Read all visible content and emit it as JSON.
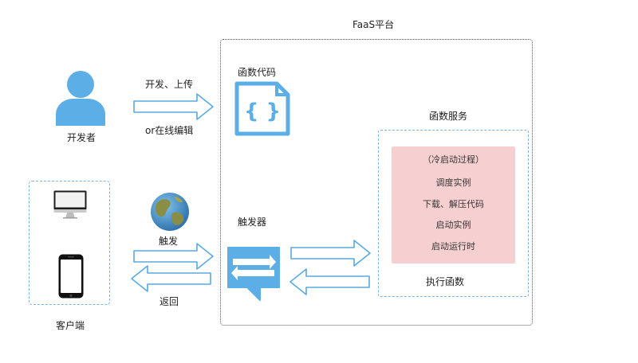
{
  "faas_platform": {
    "title": "FaaS平台"
  },
  "developer": {
    "label": "开发者",
    "arrow_top_label": "开发、上传",
    "arrow_bottom_label": "or在线编辑"
  },
  "function_code": {
    "label": "函数代码"
  },
  "function_service": {
    "label": "函数服务",
    "cold_start": {
      "title": "（冷启动过程）",
      "steps": [
        "调度实例",
        "下载、解压代码",
        "启动实例",
        "启动运行时"
      ]
    },
    "execute_label": "执行函数"
  },
  "trigger": {
    "label": "触发器",
    "globe_label": "触发",
    "return_label": "返回"
  },
  "client": {
    "label": "客户端"
  },
  "colors": {
    "accent_blue": "#5baee6",
    "arrow_stroke": "#5aa9e0",
    "cold_start_fill": "#f6d0d1",
    "dashed_border": "#7fb3dc"
  }
}
